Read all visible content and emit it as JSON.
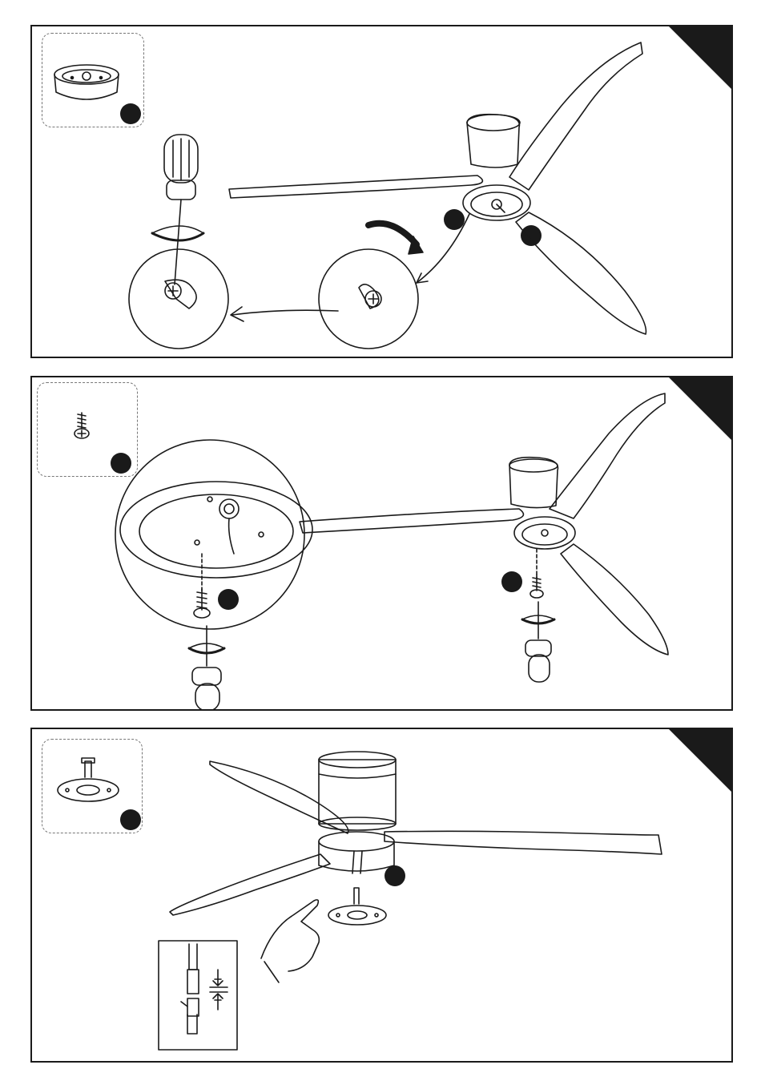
{
  "panels": [
    {
      "id": "panel-1",
      "step_number": "",
      "parts_callout": "",
      "callouts": [
        "",
        "",
        ""
      ]
    },
    {
      "id": "panel-2",
      "step_number": "",
      "parts_callout": "",
      "callouts": [
        "",
        "",
        ""
      ]
    },
    {
      "id": "panel-3",
      "step_number": "",
      "parts_callout": "",
      "callouts": [
        "",
        ""
      ]
    }
  ],
  "colors": {
    "ink": "#1a1a1a",
    "paper": "#ffffff",
    "dashed_border": "#777777"
  },
  "icons": [
    "screwdriver-icon",
    "rotate-arrow-icon",
    "curved-arrow-icon",
    "screw-icon",
    "hand-pointing-icon",
    "connector-icon",
    "light-kit-plate-icon"
  ]
}
